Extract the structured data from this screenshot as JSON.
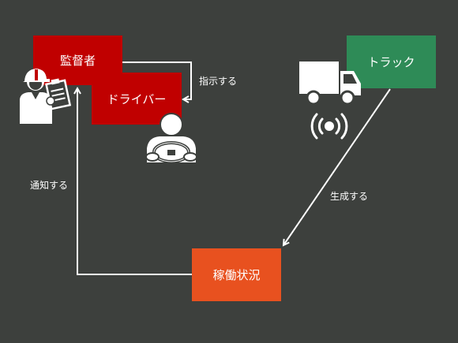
{
  "nodes": {
    "supervisor": {
      "label": "監督者",
      "color": "#c00000"
    },
    "driver": {
      "label": "ドライバー",
      "color": "#c00000"
    },
    "truck": {
      "label": "トラック",
      "color": "#2e8b57"
    },
    "status": {
      "label": "稼働状況",
      "color": "#e8511f"
    }
  },
  "edges": {
    "instruct": {
      "label": "指示する"
    },
    "generate": {
      "label": "生成する"
    },
    "notify": {
      "label": "通知する"
    }
  },
  "icons": {
    "supervisor": "supervisor-with-clipboard-icon",
    "driver": "driver-at-steering-wheel-icon",
    "truck": "delivery-truck-icon",
    "signal": "wireless-signal-icon"
  },
  "colors": {
    "background": "#3d403d",
    "line": "#ffffff"
  }
}
